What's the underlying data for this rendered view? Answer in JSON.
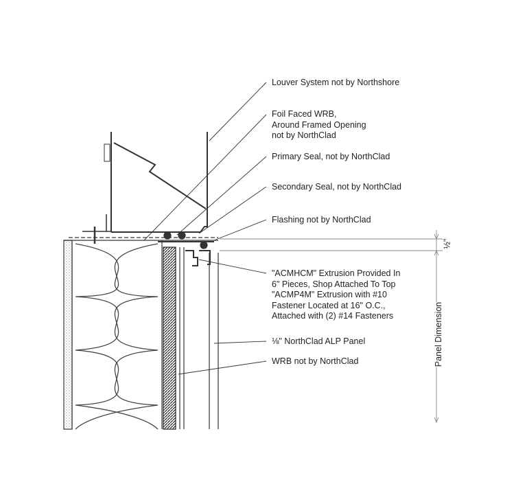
{
  "labels": {
    "louver": "Louver System not by Northshore",
    "foil_wrb": [
      "Foil Faced WRB,",
      "Around Framed Opening",
      "not by NorthClad"
    ],
    "primary_seal": "Primary Seal, not by NorthClad",
    "secondary_seal": "Secondary Seal, not by NorthClad",
    "flashing": "Flashing not by NorthClad",
    "extrusion": [
      "\"ACMHCM\" Extrusion Provided In",
      "6\" Pieces, Shop Attached To Top",
      "\"ACMP4M\" Extrusion with #10",
      "Fastener Located at 16\" O.C.,",
      "Attached with (2) #14 Fasteners"
    ],
    "panel": "⅛\" NorthClad ALP Panel",
    "wrb": "WRB not by NorthClad"
  },
  "dimensions": {
    "gap": "½\"",
    "panel": "Panel Dimension"
  }
}
